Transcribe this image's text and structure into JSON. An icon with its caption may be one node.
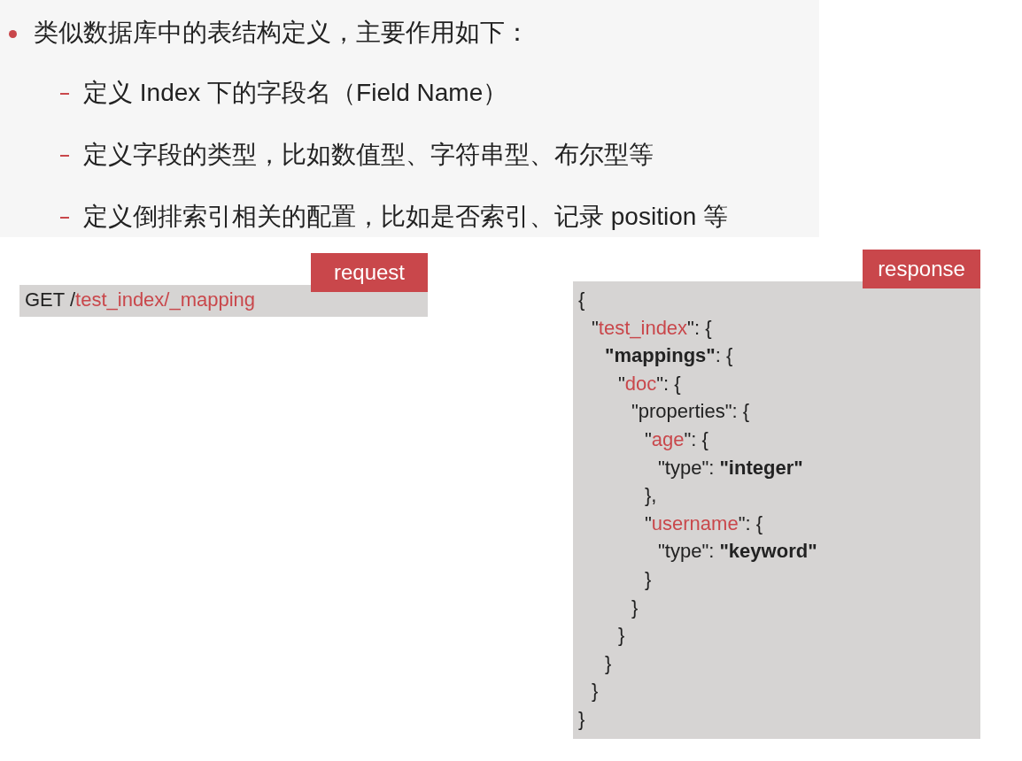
{
  "diagram": {
    "nodes": [
      {
        "text": [
          "request",
          "GET /test_index/_mapping"
        ]
      },
      {
        "text": [
          "response",
          "{",
          "\"test_index\": {",
          "**\"mappings\"**: {",
          "\"doc\": {",
          "\"properties\": {",
          "\"age\": {",
          "\"type\": **\"integer\"**",
          "},",
          "\"username\": {",
          "\"type\": **\"keyword\"**",
          "}",
          "}",
          "}",
          "}",
          "}",
          "}"
        ]
      }
    ],
    "labels": [
      "类似数据库中的表结构定义，主要作用如下：",
      "定义 Index 下的字段名（Field Name）",
      "定义字段的类型，比如数值型、字符串型、布尔型等",
      "定义倒排索引相关的配置，比如是否索引、记录 position 等"
    ]
  }
}
